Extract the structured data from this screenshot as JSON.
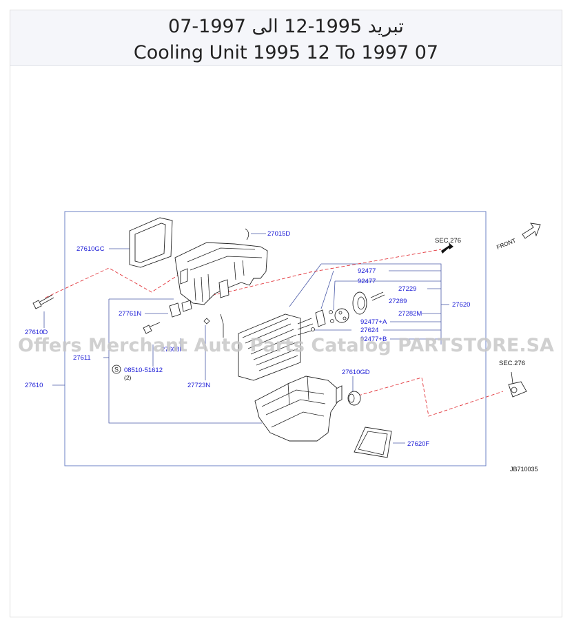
{
  "header": {
    "title_ar": "تبريد 1995-12 الى 1997-07",
    "title_en": "Cooling Unit 1995 12 To 1997 07"
  },
  "watermark": "Offers Merchant Auto Parts Catalog PARTSTORE.SA",
  "diagram": {
    "front_label": "FRONT",
    "sec_ref_top": "SEC.276",
    "sec_ref_right": "SEC.276",
    "diagram_code": "JB710035",
    "bolt_symbol": "S",
    "bolt_qty": "(2)",
    "parts": {
      "p27015D": "27015D",
      "p27610GC": "27610GC",
      "p27610D": "27610D",
      "p27761N": "27761N",
      "p27611": "27611",
      "p08510": "08510-51612",
      "p27610": "27610",
      "p27723N": "27723N",
      "p27608I": "27608I",
      "p92477a": "92477",
      "p92477b": "92477",
      "p27229": "27229",
      "p27289": "27289",
      "p27620": "27620",
      "p27282M": "27282M",
      "p92477A": "92477+A",
      "p27624": "27624",
      "p92477B": "92477+B",
      "p27610GD": "27610GD",
      "p27620F": "27620F"
    }
  }
}
